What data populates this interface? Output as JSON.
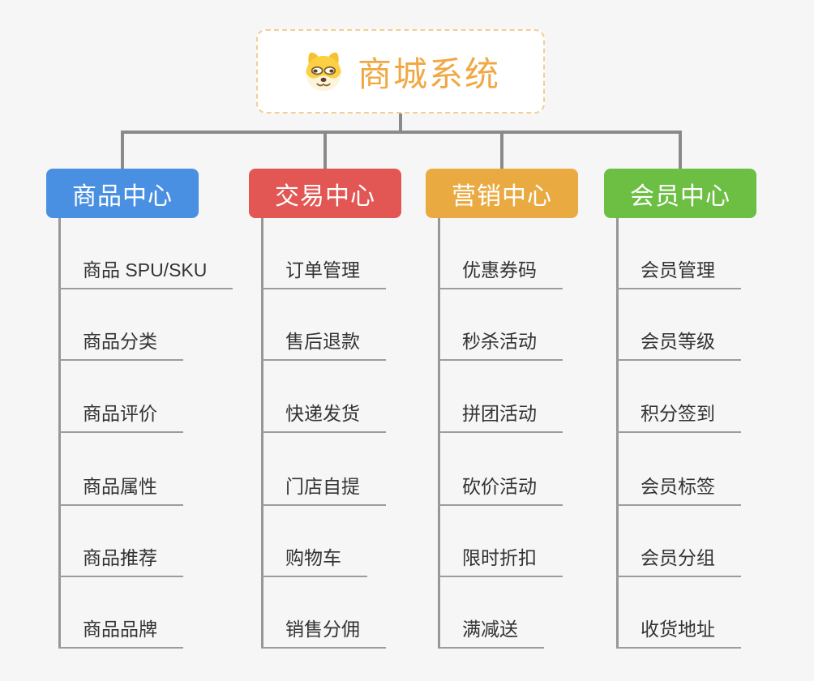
{
  "page": {
    "background_color": "#f6f6f7",
    "connector_color": "#8a8a8a"
  },
  "root": {
    "label": "商城系统",
    "icon": "dog-face-icon",
    "text_color": "#f0a843",
    "border_color": "#f3cd96"
  },
  "branches": [
    {
      "label": "商品中心",
      "color": "#4a90e2",
      "children": [
        "商品 SPU/SKU",
        "商品分类",
        "商品评价",
        "商品属性",
        "商品推荐",
        "商品品牌"
      ]
    },
    {
      "label": "交易中心",
      "color": "#e25653",
      "children": [
        "订单管理",
        "售后退款",
        "快递发货",
        "门店自提",
        "购物车",
        "销售分佣"
      ]
    },
    {
      "label": "营销中心",
      "color": "#eaaa42",
      "children": [
        "优惠券码",
        "秒杀活动",
        "拼团活动",
        "砍价活动",
        "限时折扣",
        "满减送"
      ]
    },
    {
      "label": "会员中心",
      "color": "#6cbf43",
      "children": [
        "会员管理",
        "会员等级",
        "积分签到",
        "会员标签",
        "会员分组",
        "收货地址"
      ]
    }
  ]
}
